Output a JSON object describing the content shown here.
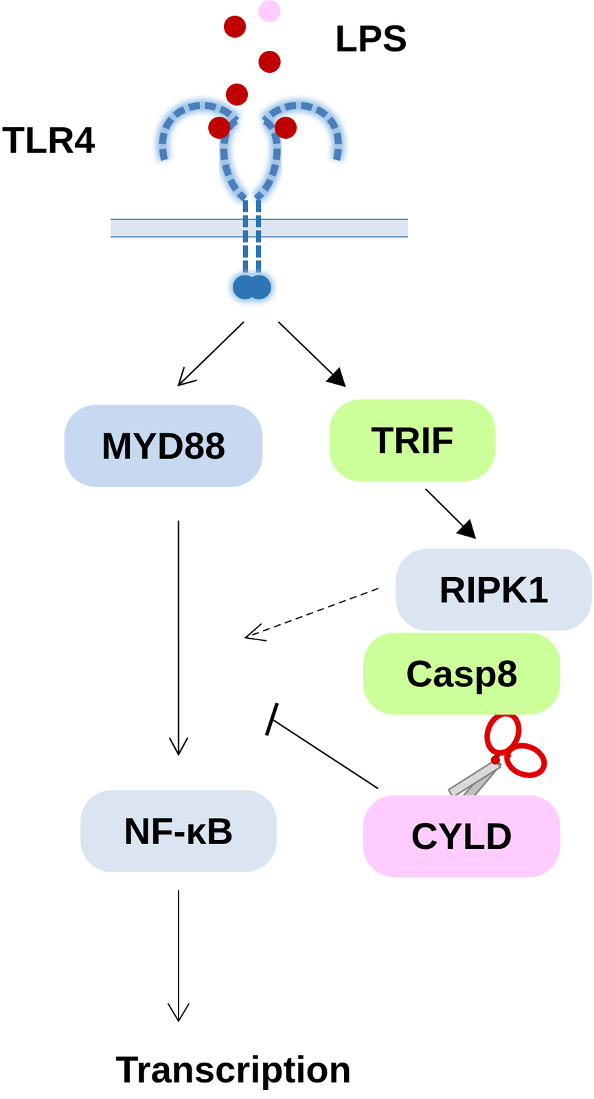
{
  "diagram": {
    "nodes": [
      {
        "text": [
          "TLR4"
        ]
      },
      {
        "text": [
          "MYD88"
        ]
      },
      {
        "text": [
          "TRIF"
        ]
      },
      {
        "text": [
          "RIPK1"
        ]
      },
      {
        "text": [
          "Casp8"
        ]
      },
      {
        "text": [
          "NF-κB"
        ]
      },
      {
        "text": [
          "CYLD"
        ]
      }
    ],
    "edges": [
      {
        "from": 0,
        "to": 1,
        "arrow": "to"
      },
      {
        "from": 0,
        "to": 2,
        "arrow": "to"
      },
      {
        "from": 2,
        "to": 3,
        "arrow": "to"
      },
      {
        "from": 1,
        "to": 5,
        "arrow": "to"
      }
    ],
    "labels": [
      "LPS",
      "Transcription"
    ]
  }
}
